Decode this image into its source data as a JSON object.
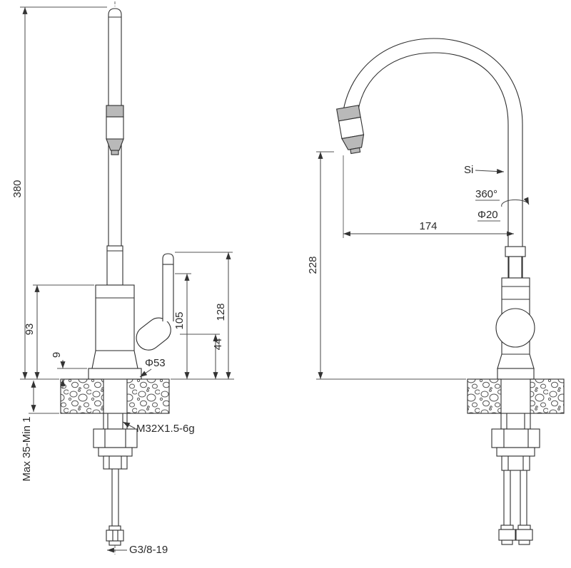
{
  "drawing_title": "Kitchen faucet technical drawing",
  "front_view": {
    "dim_total_height": "380",
    "dim_body_height": "93",
    "dim_base_plate": "9",
    "dim_handle_mid": "105",
    "dim_handle_top": "128",
    "dim_handle_pivot": "44",
    "label_base_diameter": "Φ53",
    "label_mount_thread": "M32X1.5-6g",
    "label_counter_thickness": "Max 35-Min 1",
    "label_hose_thread": "G3/8-19"
  },
  "side_view": {
    "label_si": "Si",
    "label_swivel": "360°",
    "label_spout_diameter": "Φ20",
    "dim_reach": "174",
    "dim_spout_clearance": "228"
  },
  "colors": {
    "line": "#2f2f2f",
    "shade": "#b9b9b9",
    "background": "#ffffff"
  }
}
